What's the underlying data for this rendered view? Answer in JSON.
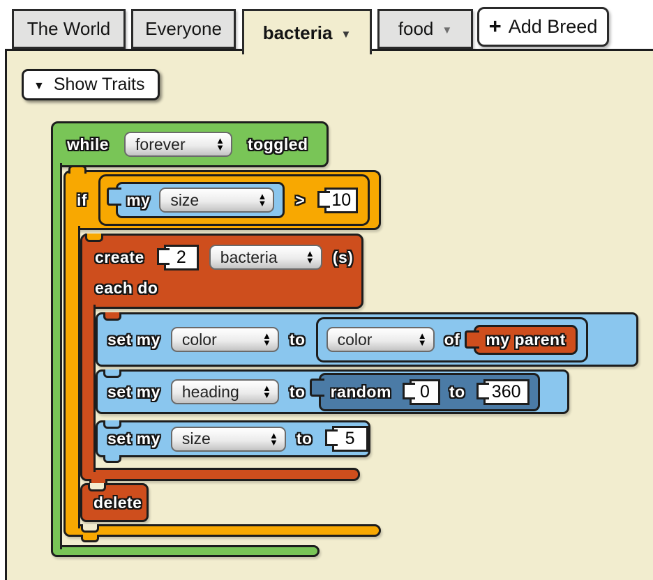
{
  "tabs": {
    "world": "The World",
    "everyone": "Everyone",
    "bacteria": "bacteria",
    "food": "food",
    "add_breed": "Add Breed"
  },
  "icons": {
    "plus": "+",
    "caret_down": "▼",
    "dd_up": "▲",
    "dd_down": "▼"
  },
  "show_traits": {
    "label": "Show Traits"
  },
  "while_block": {
    "keyword": "while",
    "condition": "forever",
    "suffix": "toggled"
  },
  "if_block": {
    "keyword": "if",
    "my": "my",
    "trait": "size",
    "operator": ">",
    "value": "10"
  },
  "create_block": {
    "keyword": "create",
    "count": "2",
    "breed": "bacteria",
    "suffix": "(s)",
    "each_do": "each do"
  },
  "set_color": {
    "keyword": "set my",
    "trait": "color",
    "to": "to",
    "source_trait": "color",
    "of": "of",
    "target": "my parent"
  },
  "set_heading": {
    "keyword": "set my",
    "trait": "heading",
    "to": "to",
    "random_label": "random",
    "min": "0",
    "to2": "to",
    "max": "360"
  },
  "set_size": {
    "keyword": "set my",
    "trait": "size",
    "to": "to",
    "value": "5"
  },
  "delete_block": {
    "keyword": "delete"
  },
  "colors": {
    "while_green": "#79c557",
    "if_orange": "#f8a801",
    "create_red": "#ce4e1d",
    "set_light_blue": "#8ac6ee",
    "random_dark_blue": "#4b7ba6",
    "canvas_cream": "#f2edcf",
    "tab_gray": "#e2e2e1",
    "border_dark": "#1d1d1d"
  }
}
